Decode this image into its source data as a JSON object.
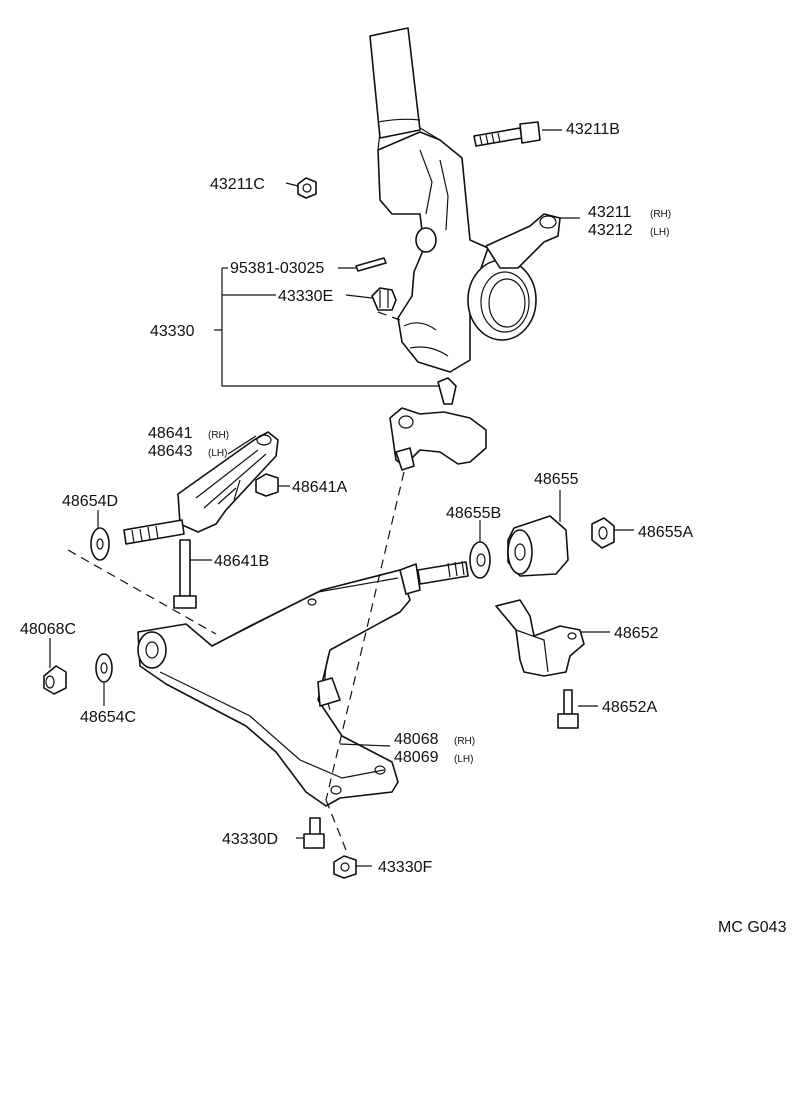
{
  "diagram_code": "MC G043",
  "labels": {
    "p43211B": "43211B",
    "p43211C": "43211C",
    "p43211": "43211",
    "p43212": "43212",
    "p95381": "95381-03025",
    "p43330E": "43330E",
    "p43330": "43330",
    "p48641": "48641",
    "p48643": "48643",
    "p48641A": "48641A",
    "p48654D": "48654D",
    "p48641B": "48641B",
    "p48655": "48655",
    "p48655B": "48655B",
    "p48655A": "48655A",
    "p48068C": "48068C",
    "p48654C": "48654C",
    "p48652": "48652",
    "p48652A": "48652A",
    "p48068": "48068",
    "p48069": "48069",
    "p43330D": "43330D",
    "p43330F": "43330F"
  },
  "suffixes": {
    "rh": "(RH)",
    "lh": "(LH)"
  }
}
